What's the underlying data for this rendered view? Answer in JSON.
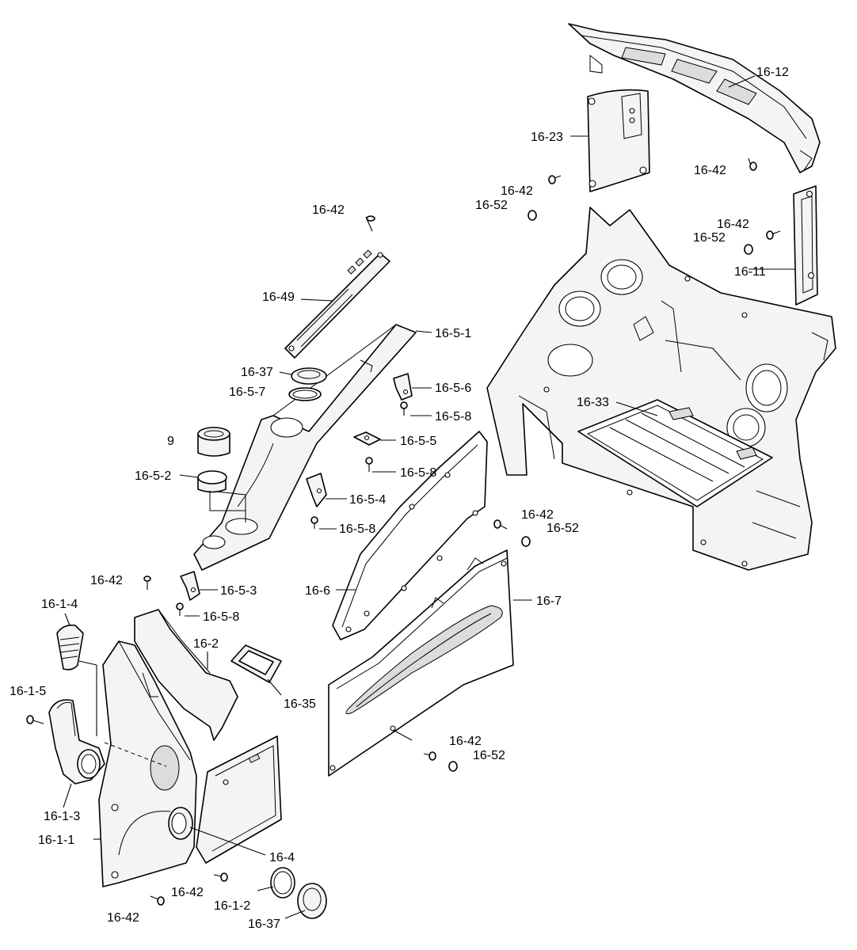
{
  "labels": {
    "p16_12": "16-12",
    "p16_23": "16-23",
    "p16_42_a": "16-42",
    "p16_42_b": "16-42",
    "p16_52_a": "16-52",
    "p16_42_c": "16-42",
    "p16_52_b": "16-52",
    "p16_11": "16-11",
    "p16_42_d": "16-42",
    "p16_49": "16-49",
    "p16_5_1": "16-5-1",
    "p16_37_a": "16-37",
    "p16_5_7": "16-5-7",
    "p16_5_6": "16-5-6",
    "p16_5_8_a": "16-5-8",
    "p9": "9",
    "p16_5_5": "16-5-5",
    "p16_5_8_b": "16-5-8",
    "p16_5_2": "16-5-2",
    "p16_5_4": "16-5-4",
    "p16_5_8_c": "16-5-8",
    "p16_33": "16-33",
    "p16_42_e": "16-42",
    "p16_52_c": "16-52",
    "p16_42_f": "16-42",
    "p16_5_3": "16-5-3",
    "p16_6": "16-6",
    "p16_7": "16-7",
    "p16_1_4": "16-1-4",
    "p16_5_8_d": "16-5-8",
    "p16_2": "16-2",
    "p16_35": "16-35",
    "p16_1_5": "16-1-5",
    "p16_42_g": "16-42",
    "p16_52_d": "16-52",
    "p16_1_3": "16-1-3",
    "p16_1_1": "16-1-1",
    "p16_4": "16-4",
    "p16_42_h": "16-42",
    "p16_1_2": "16-1-2",
    "p16_42_i": "16-42",
    "p16_37_b": "16-37"
  }
}
